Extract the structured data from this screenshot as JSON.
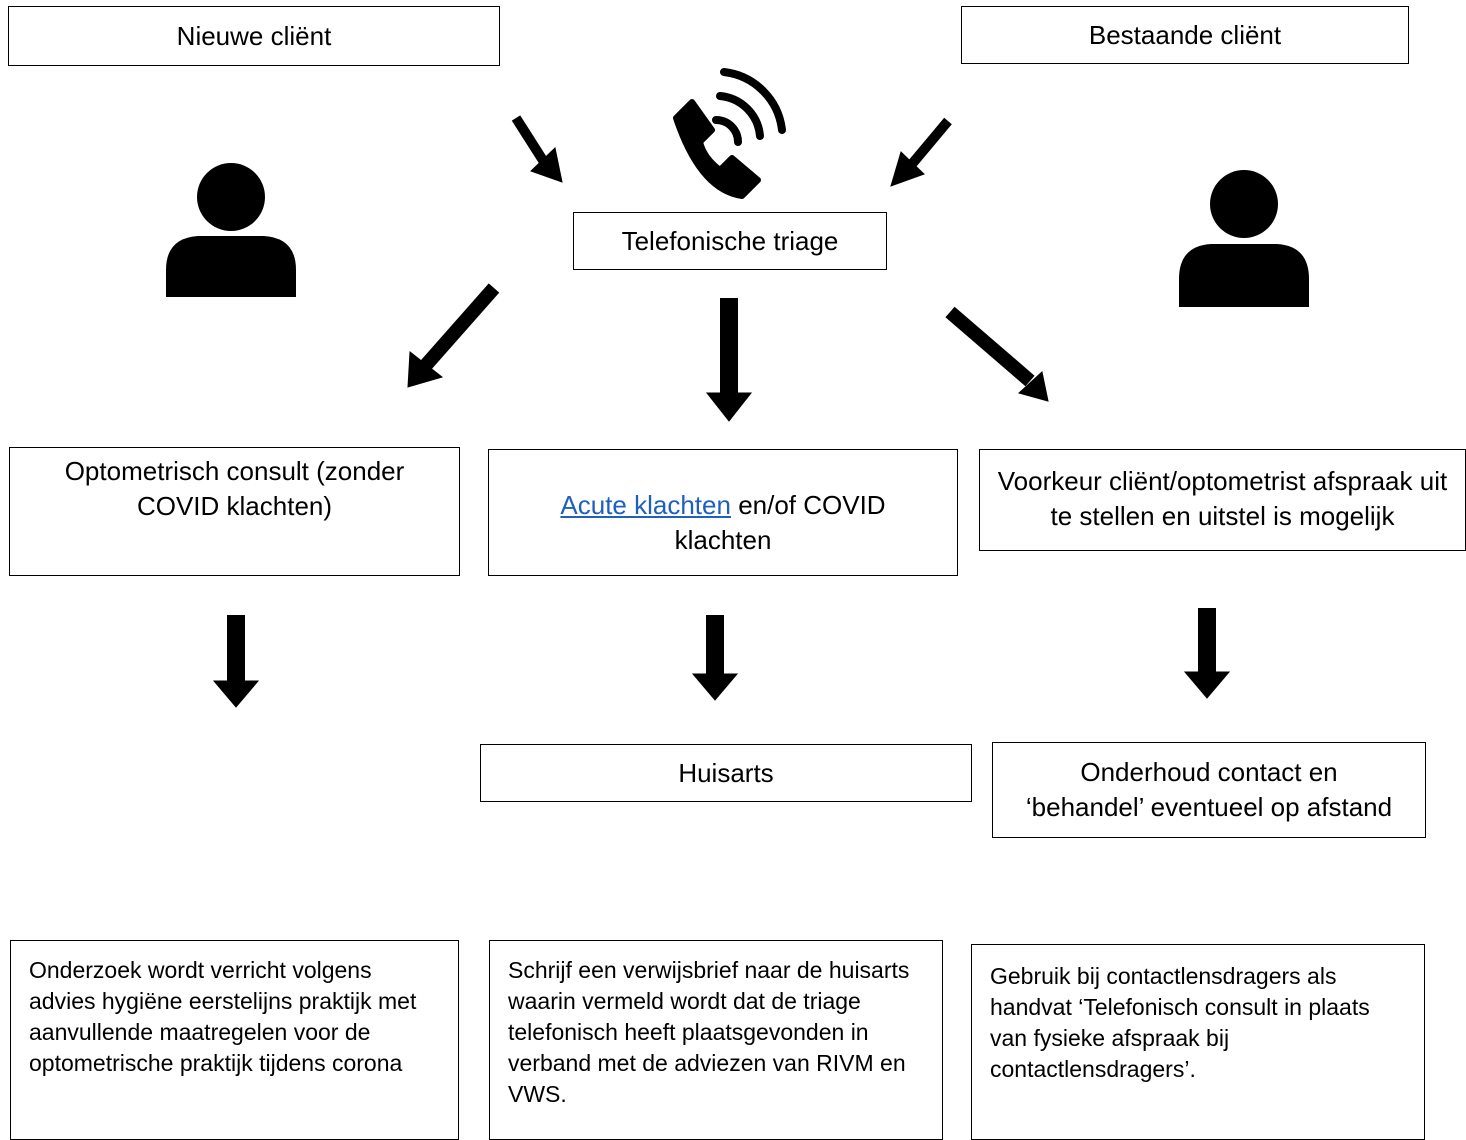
{
  "nodes": {
    "new_client": "Nieuwe cliënt",
    "existing_client": "Bestaande cliënt",
    "triage": "Telefonische triage",
    "consult": "Optometrisch consult (zonder COVID klachten)",
    "acute_link": "Acute klachten",
    "acute_rest": " en/of COVID klachten",
    "postpone": "Voorkeur cliënt/optometrist afspraak uit te stellen en uitstel is mogelijk",
    "gp": "Huisarts",
    "remote": "Onderhoud contact en ‘behandel’ eventueel op afstand"
  },
  "notes": {
    "consult": "Onderzoek wordt verricht volgens advies hygiëne eerstelijns praktijk met aanvullende maatregelen voor de optometrische praktijk tijdens corona",
    "gp": "Schrijf een verwijsbrief naar de huisarts waarin vermeld wordt dat de triage telefonisch heeft plaatsgevonden in verband met de adviezen van RIVM en VWS.",
    "remote": "Gebruik bij contactlensdragers als handvat ‘Telefonisch consult in plaats van fysieke afspraak bij contactlensdragers’."
  },
  "icons": [
    "person-icon",
    "phone-icon",
    "person-icon"
  ]
}
